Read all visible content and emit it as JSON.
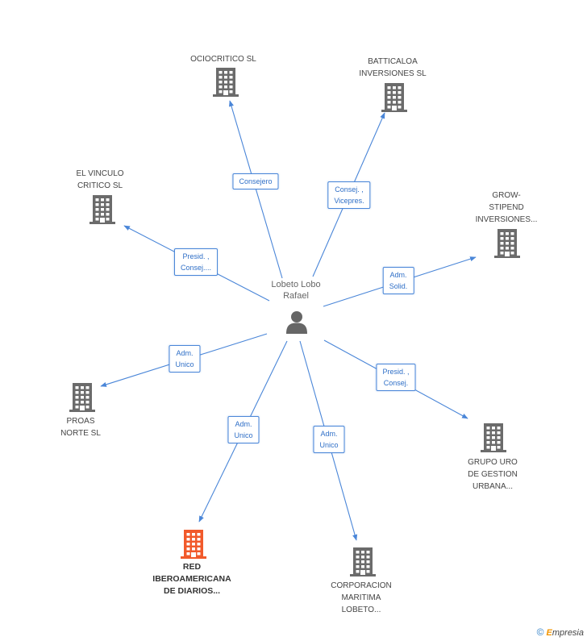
{
  "center": {
    "name_lines": [
      "Lobeto Lobo",
      "Rafael"
    ]
  },
  "colors": {
    "edge": "#4a86d8",
    "building": "#6b6b6b",
    "highlight": "#f15a2b",
    "person": "#666666"
  },
  "nodes": [
    {
      "id": "ociocritico",
      "label_lines": [
        "OCIOCRITICO SL"
      ],
      "highlight": false
    },
    {
      "id": "batticaloa",
      "label_lines": [
        "BATTICALOA",
        "INVERSIONES SL"
      ],
      "highlight": false
    },
    {
      "id": "el-vinculo",
      "label_lines": [
        "EL VINCULO",
        "CRITICO SL"
      ],
      "highlight": false
    },
    {
      "id": "grow-stipend",
      "label_lines": [
        "GROW-",
        "STIPEND",
        "INVERSIONES..."
      ],
      "highlight": false
    },
    {
      "id": "proas",
      "label_lines": [
        "PROAS",
        "NORTE SL"
      ],
      "highlight": false
    },
    {
      "id": "grupo-uro",
      "label_lines": [
        "GRUPO URO",
        "DE GESTION",
        "URBANA..."
      ],
      "highlight": false
    },
    {
      "id": "red-ibero",
      "label_lines": [
        "RED",
        "IBEROAMERICANA",
        "DE DIARIOS..."
      ],
      "highlight": true
    },
    {
      "id": "corporacion",
      "label_lines": [
        "CORPORACION",
        "MARITIMA",
        "LOBETO..."
      ],
      "highlight": false
    }
  ],
  "relations": [
    {
      "target": "ociocritico",
      "lines": [
        "Consejero"
      ]
    },
    {
      "target": "batticaloa",
      "lines": [
        "Consej. ,",
        "Vicepres."
      ]
    },
    {
      "target": "el-vinculo",
      "lines": [
        "Presid. ,",
        "Consej...."
      ]
    },
    {
      "target": "grow-stipend",
      "lines": [
        "Adm.",
        "Solid."
      ]
    },
    {
      "target": "proas",
      "lines": [
        "Adm.",
        "Unico"
      ]
    },
    {
      "target": "grupo-uro",
      "lines": [
        "Presid. ,",
        "Consej."
      ]
    },
    {
      "target": "red-ibero",
      "lines": [
        "Adm.",
        "Unico"
      ]
    },
    {
      "target": "corporacion",
      "lines": [
        "Adm.",
        "Unico"
      ]
    }
  ],
  "footer": {
    "copyright": "©",
    "brand_initial": "E",
    "brand_rest": "mpresia"
  }
}
